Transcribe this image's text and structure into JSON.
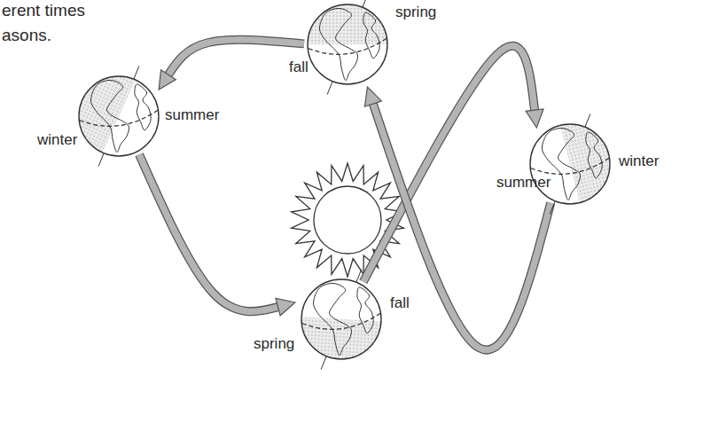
{
  "diagram": {
    "nodes": [
      {
        "text": [
          "spring",
          "fall"
        ]
      },
      {
        "text": [
          "summer",
          "winter"
        ]
      },
      {
        "text": [
          "winter",
          "summer"
        ]
      },
      {
        "text": [
          "fall",
          "spring"
        ]
      }
    ],
    "edges": [
      {
        "from": 0,
        "to": 1,
        "arrow": "to"
      },
      {
        "from": 1,
        "to": 3,
        "arrow": "to"
      },
      {
        "from": 3,
        "to": 2,
        "arrow": "to"
      },
      {
        "from": 2,
        "to": 0,
        "arrow": "to"
      }
    ],
    "labels": [
      "erent times",
      "asons."
    ]
  }
}
